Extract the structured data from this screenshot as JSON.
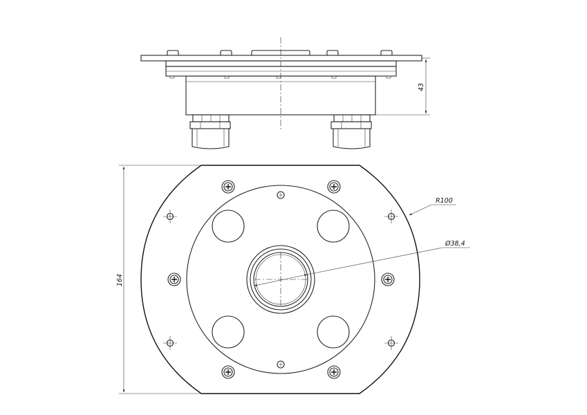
{
  "drawing": {
    "dimensions": {
      "height_label": "43",
      "width_label": "164",
      "radius_label": "R100",
      "diameter_label": "Ø38,4"
    }
  }
}
